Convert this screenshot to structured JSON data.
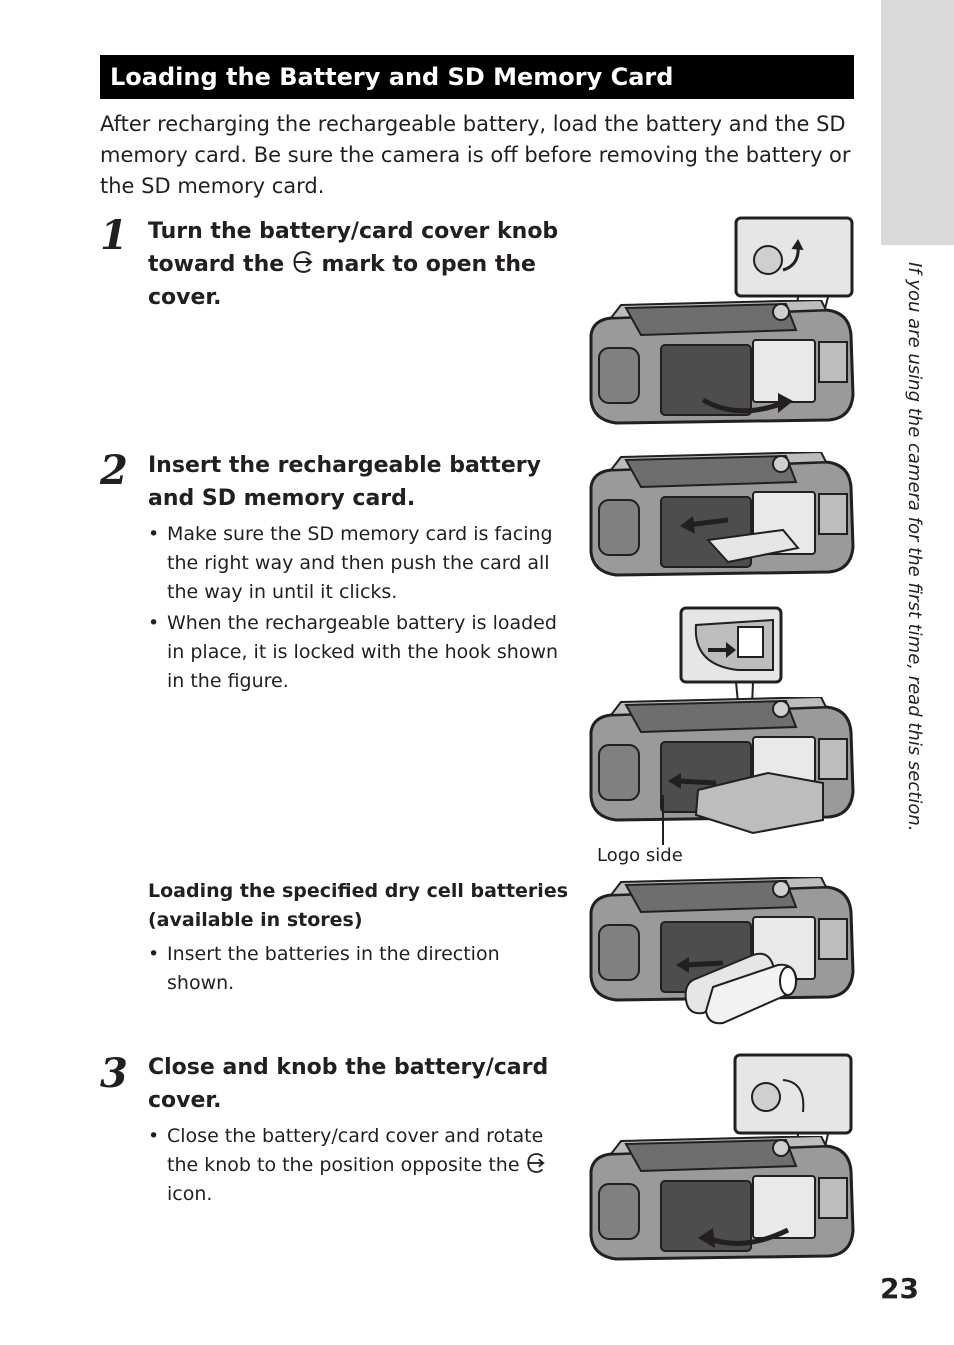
{
  "page": {
    "side_text": "If you are using the camera for the first time, read this section.",
    "page_number": "23"
  },
  "header": {
    "title": "Loading the Battery and SD Memory Card"
  },
  "intro": "After recharging the rechargeable battery, load the battery and the SD memory card. Be sure the camera is off before removing the battery or the SD memory card.",
  "steps": [
    {
      "number": "1",
      "title_before_icon": "Turn the battery/card cover knob toward the",
      "icon": "open-mark-icon",
      "title_after_icon": "mark to open the cover."
    },
    {
      "number": "2",
      "title": "Insert the rechargeable battery and SD memory card.",
      "bullets": [
        "Make sure the SD memory card is facing the right way and then push the card all the way in until it clicks.",
        "When the rechargeable battery is loaded in place, it is locked with the hook shown in the figure."
      ],
      "figure_label": "Logo side",
      "sub": {
        "title": "Loading the specified dry cell batteries (available in stores)",
        "bullets": [
          "Insert the batteries in the direction shown."
        ]
      }
    },
    {
      "number": "3",
      "title": "Close and knob the battery/card cover.",
      "bullet_before_icon": "Close the battery/card cover and rotate the knob to the position opposite the",
      "bullet_icon": "open-mark-icon",
      "bullet_after_icon": "icon."
    }
  ],
  "colors": {
    "header_bg": "#000000",
    "header_text": "#ffffff",
    "side_tab": "#d9d9d9",
    "text": "#231f20"
  }
}
